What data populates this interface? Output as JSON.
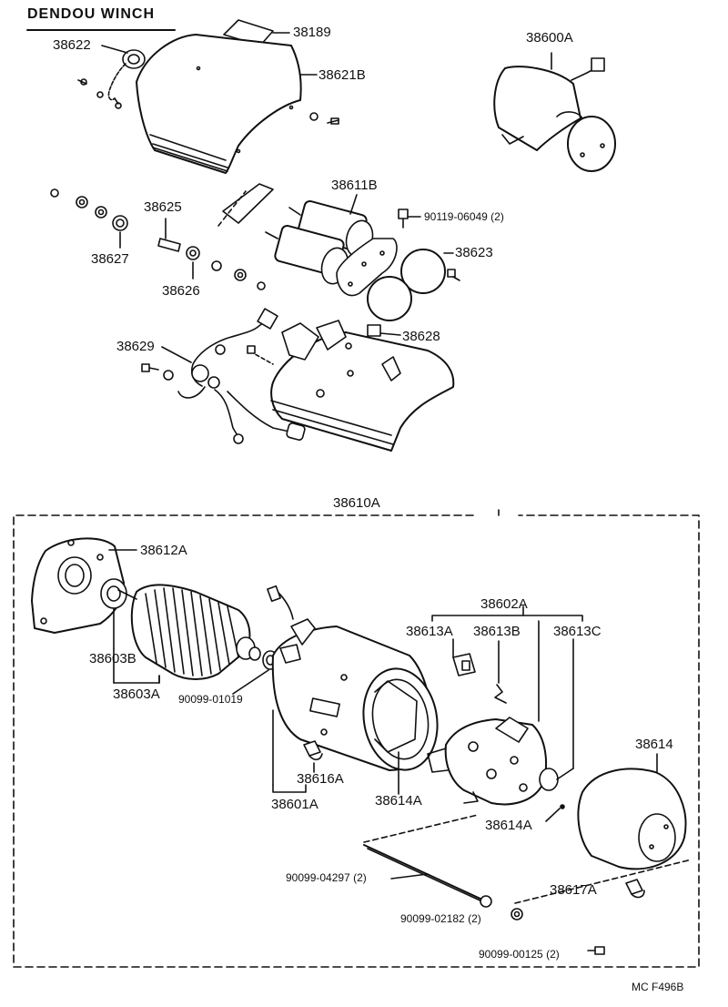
{
  "title": "DENDOU WINCH",
  "footer_code": "MC  F496B",
  "labels": {
    "p38189": "38189",
    "p38622": "38622",
    "p38621B": "38621B",
    "p38600A": "38600A",
    "p38611B": "38611B",
    "p38625": "38625",
    "p90119": "90119-06049 (2)",
    "p38623": "38623",
    "p38627": "38627",
    "p38626": "38626",
    "p38629": "38629",
    "p38628": "38628",
    "p38610A": "38610A",
    "p38612A": "38612A",
    "p38602A": "38602A",
    "p38613A": "38613A",
    "p38613B": "38613B",
    "p38613C": "38613C",
    "p38603B": "38603B",
    "p38603A": "38603A",
    "p90099_01019": "90099-01019",
    "p38614": "38614",
    "p38616A": "38616A",
    "p38601A": "38601A",
    "p38614A": "38614A",
    "p38614A_2": "38614A",
    "p90099_04297": "90099-04297 (2)",
    "p38617A": "38617A",
    "p90099_02182": "90099-02182 (2)",
    "p90099_00125": "90099-00125 (2)"
  },
  "colors": {
    "ink": "#111111",
    "paper": "#ffffff"
  }
}
